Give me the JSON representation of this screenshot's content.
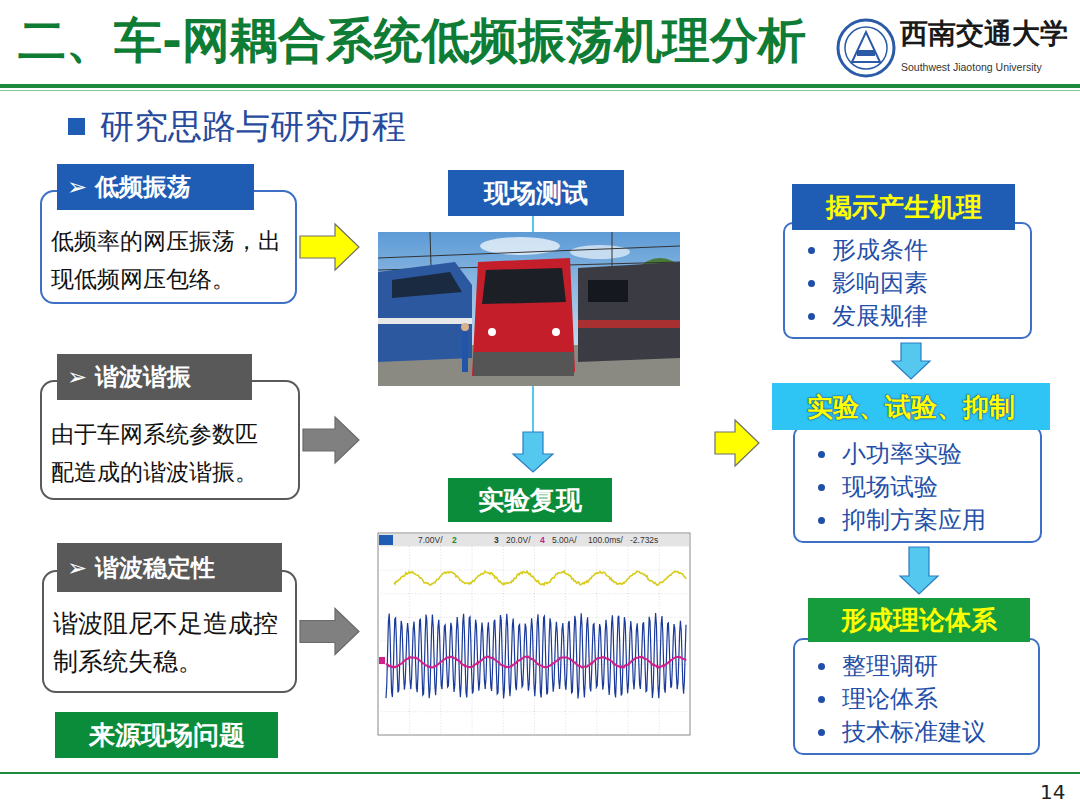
{
  "diagram": {
    "title": "二、车-网耦合系统低频振荡机理分析",
    "nodes": [
      {
        "text": [
          "➢ 低频振荡",
          "低频率的网压振荡，出现低频网压包络。"
        ]
      },
      {
        "text": [
          "➢ 谐波谐振",
          "由于车网系统参数匹配造成的谐波谐振。"
        ]
      },
      {
        "text": [
          "➢ 谐波稳定性",
          "谐波阻尼不足造成控制系统失稳。"
        ]
      },
      {
        "text": [
          "来源现场问题"
        ]
      },
      {
        "text": []
      },
      {
        "text": [
          "现场测试"
        ],
        "in": 4
      },
      {
        "text": [
          "实验复现"
        ],
        "in": 4
      },
      {
        "text": []
      },
      {
        "text": [
          "揭示产生机理"
        ],
        "in": 7
      },
      {
        "text": [
          "形成条件",
          "影响因素",
          "发展规律"
        ],
        "in": 7
      },
      {
        "text": [
          "实验、试验、抑制"
        ],
        "in": 7
      },
      {
        "text": [
          "小功率实验",
          "现场试验",
          "抑制方案应用"
        ],
        "in": 7
      },
      {
        "text": [
          "形成理论体系"
        ],
        "in": 7
      },
      {
        "text": [
          "整理调研",
          "理论体系",
          "技术标准建议"
        ],
        "in": 7
      }
    ],
    "edges": [
      {
        "from": 0,
        "to": 4,
        "arrow": "to"
      },
      {
        "from": 1,
        "to": 4,
        "arrow": "to"
      },
      {
        "from": 2,
        "to": 4,
        "arrow": "to"
      },
      {
        "from": 5,
        "to": 6,
        "arrow": "to"
      },
      {
        "from": 4,
        "to": 7,
        "arrow": "to"
      },
      {
        "from": 9,
        "to": 10,
        "arrow": "to"
      },
      {
        "from": 11,
        "to": 12,
        "arrow": "to"
      }
    ],
    "labels": [
      "西南交通大学",
      "Southwest Jiaotong University",
      "研究思路与研究历程",
      "7.00V/",
      "2",
      "3",
      "20.0V/",
      "4",
      "5.00A/",
      "100.0ms/",
      "-2.732s",
      "14"
    ]
  }
}
